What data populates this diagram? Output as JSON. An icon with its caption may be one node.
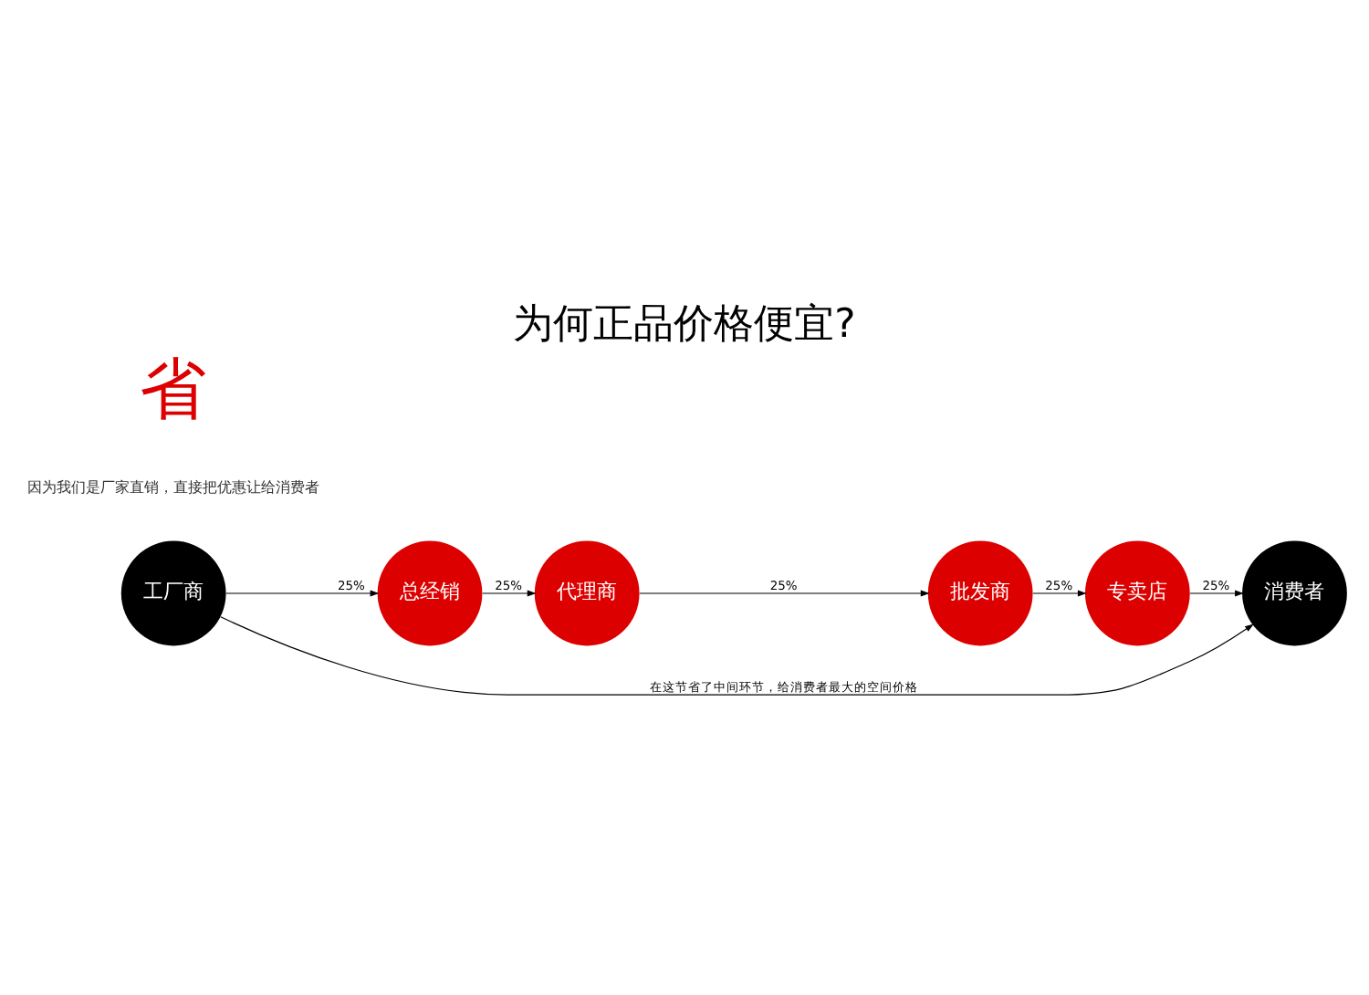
{
  "diagram": {
    "title": "为何正品价格便宜?",
    "nodes": [
      {
        "text": [
          "工厂商"
        ]
      },
      {
        "text": [
          "总经销"
        ]
      },
      {
        "text": [
          "代理商"
        ]
      },
      {
        "text": [
          "批发商"
        ]
      },
      {
        "text": [
          "专卖店"
        ]
      },
      {
        "text": [
          "消费者"
        ]
      }
    ],
    "edges": [
      {
        "from": 0,
        "to": 1,
        "arrow": "to",
        "label": "25%"
      },
      {
        "from": 1,
        "to": 2,
        "arrow": "to",
        "label": "25%"
      },
      {
        "from": 2,
        "to": 3,
        "arrow": "to",
        "label": "25%"
      },
      {
        "from": 3,
        "to": 4,
        "arrow": "to",
        "label": "25%"
      },
      {
        "from": 4,
        "to": 5,
        "arrow": "to",
        "label": "25%"
      },
      {
        "from": 0,
        "to": 5,
        "arrow": "to",
        "label": "在这节省了中间环节，给消费者最大的空间价格"
      }
    ],
    "labels": [
      "因为我们是厂家直销，直接把优惠让给消费者",
      "省"
    ]
  }
}
